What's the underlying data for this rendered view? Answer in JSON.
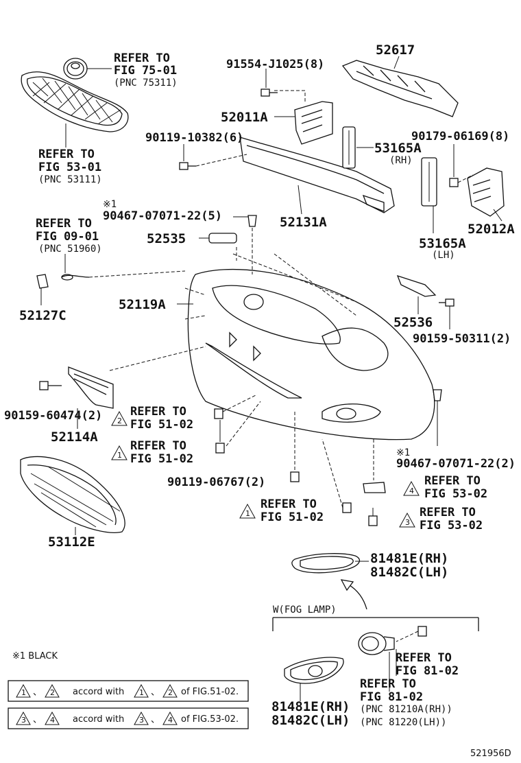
{
  "parts": {
    "p91554": "91554-J1025(8)",
    "p52617": "52617",
    "refer_75_a": "REFER TO",
    "refer_75_b": "FIG 75-01",
    "refer_75_c": "(PNC 75311)",
    "p52011A": "52011A",
    "p90119_10382": "90119-10382(6)",
    "p53165A_rh": "53165A",
    "rh_tag": "(RH)",
    "p90179": "90179-06169(8)",
    "refer_53_a": "REFER TO",
    "refer_53_b": "FIG 53-01",
    "refer_53_c": "(PNC 53111)",
    "star1_a": "※1",
    "p90467_a": "90467-07071-22(5)",
    "p52131A": "52131A",
    "p52012A": "52012A",
    "refer_09_a": "REFER TO",
    "refer_09_b": "FIG 09-01",
    "refer_09_c": "(PNC 51960)",
    "p52535": "52535",
    "p53165A_lh": "53165A",
    "lh_tag": "(LH)",
    "p52119A": "52119A",
    "p52127C": "52127C",
    "p52536": "52536",
    "p90159_50311": "90159-50311(2)",
    "p90159_60474": "90159-60474(2)",
    "refer_51_a1": "REFER TO",
    "refer_51_b1": "FIG 51-02",
    "p52114A": "52114A",
    "refer_51_a2": "REFER TO",
    "refer_51_b2": "FIG 51-02",
    "star1_b": "※1",
    "p90467_b": "90467-07071-22(2)",
    "p90119_06767": "90119-06767(2)",
    "refer_53_02_a1": "REFER TO",
    "refer_53_02_b1": "FIG 53-02",
    "refer_51_a3": "REFER TO",
    "refer_51_b3": "FIG 51-02",
    "refer_53_02_a2": "REFER TO",
    "refer_53_02_b2": "FIG 53-02",
    "p53112E": "53112E",
    "p81481E_top": "81481E(RH)",
    "p81482C_top": "81482C(LH)",
    "fog_lamp": "W(FOG LAMP)",
    "refer_81_a1": "REFER TO",
    "refer_81_b1": "FIG 81-02",
    "refer_81_a2": "REFER TO",
    "refer_81_b2": "FIG 81-02",
    "pnc_81210A": "(PNC 81210A(RH))",
    "pnc_81220": "(PNC 81220(LH))",
    "p81481E_bot": "81481E(RH)",
    "p81482C_bot": "81482C(LH)"
  },
  "triangles": {
    "t1": "1",
    "t2": "2",
    "t3": "3",
    "t4": "4"
  },
  "legend": {
    "black_note": "※1 BLACK",
    "row1_sep": "、",
    "row1_text": "accord with",
    "row1_fig": "of FIG.51-02.",
    "row2_sep": "、",
    "row2_text": "accord with",
    "row2_fig": "of FIG.53-02.",
    "n1": "1",
    "n2": "2",
    "n3": "3",
    "n4": "4"
  },
  "diagram_id": "521956D"
}
